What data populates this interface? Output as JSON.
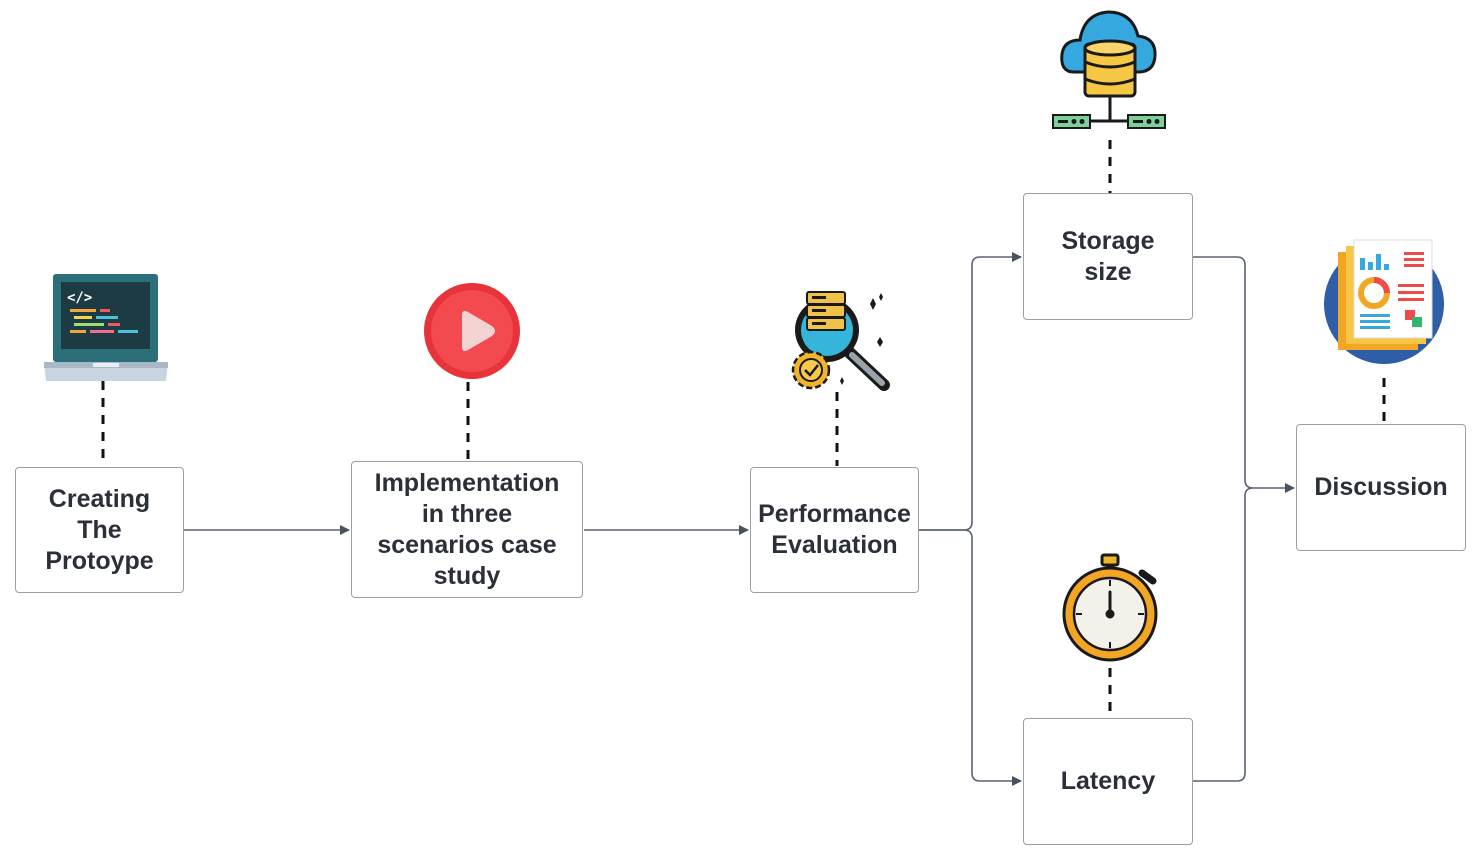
{
  "nodes": {
    "creating": {
      "label": "Creating\nThe\nProtoype",
      "icon": "laptop-code-icon"
    },
    "implementation": {
      "label": "Implementation\nin three\nscenarios case\nstudy",
      "icon": "play-button-icon"
    },
    "performance": {
      "label": "Performance\nEvaluation",
      "icon": "server-search-gear-icon"
    },
    "storage": {
      "label": "Storage\nsize",
      "icon": "cloud-database-icon"
    },
    "latency": {
      "label": "Latency",
      "icon": "stopwatch-icon"
    },
    "discussion": {
      "label": "Discussion",
      "icon": "report-document-icon"
    }
  },
  "colors": {
    "box_border": "#9aa0a8",
    "connector": "#5a6270",
    "text": "#2b2f38"
  }
}
